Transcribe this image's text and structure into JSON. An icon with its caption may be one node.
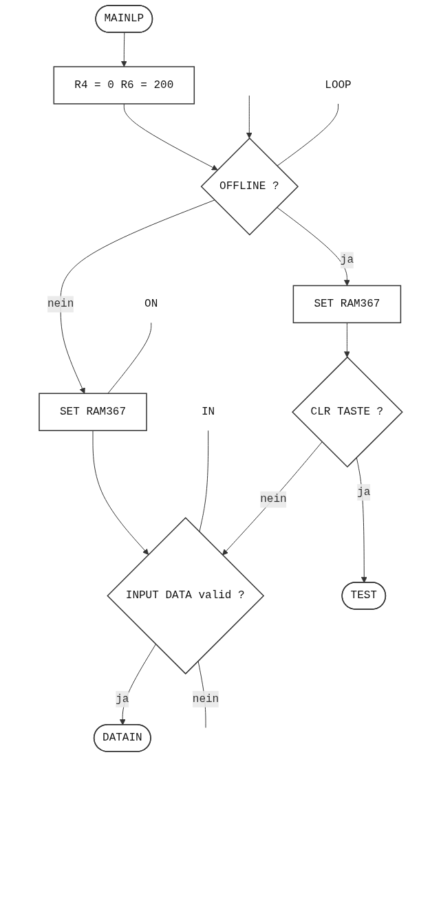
{
  "diagram": {
    "nodes": [
      {
        "text": [
          "MAINLP"
        ]
      },
      {
        "text": [
          "R4 = 0 R6 = 200"
        ]
      },
      {
        "text": [
          "LOOP"
        ]
      },
      {
        "text": [
          "OFFLINE ?"
        ]
      },
      {
        "text": [
          "SET RAM367"
        ]
      },
      {
        "text": [
          "ON"
        ]
      },
      {
        "text": [
          "SET RAM367"
        ]
      },
      {
        "text": [
          "CLR TASTE ?"
        ]
      },
      {
        "text": [
          "IN"
        ]
      },
      {
        "text": [
          "INPUT DATA valid ?"
        ]
      },
      {
        "text": [
          "TEST"
        ]
      },
      {
        "text": [
          "DATAIN"
        ]
      }
    ],
    "edges": [
      {
        "from": 0,
        "to": 1,
        "arrow": "to"
      },
      {
        "from": 1,
        "to": 3,
        "arrow": "to"
      },
      {
        "from": null,
        "to": 3,
        "arrow": "to"
      },
      {
        "from": 2,
        "to": 3,
        "arrow": "none"
      },
      {
        "from": 3,
        "to": 4,
        "arrow": "to",
        "label": "ja"
      },
      {
        "from": 3,
        "to": 6,
        "arrow": "to",
        "label": "nein"
      },
      {
        "from": 5,
        "to": 6,
        "arrow": "none"
      },
      {
        "from": 4,
        "to": 7,
        "arrow": "to"
      },
      {
        "from": 6,
        "to": 9,
        "arrow": "to"
      },
      {
        "from": 8,
        "to": 9,
        "arrow": "none"
      },
      {
        "from": 7,
        "to": 9,
        "arrow": "to",
        "label": "nein"
      },
      {
        "from": 7,
        "to": 10,
        "arrow": "to",
        "label": "ja"
      },
      {
        "from": 9,
        "to": 11,
        "arrow": "to",
        "label": "ja"
      },
      {
        "from": 9,
        "to": null,
        "arrow": "none",
        "label": "nein"
      }
    ]
  }
}
